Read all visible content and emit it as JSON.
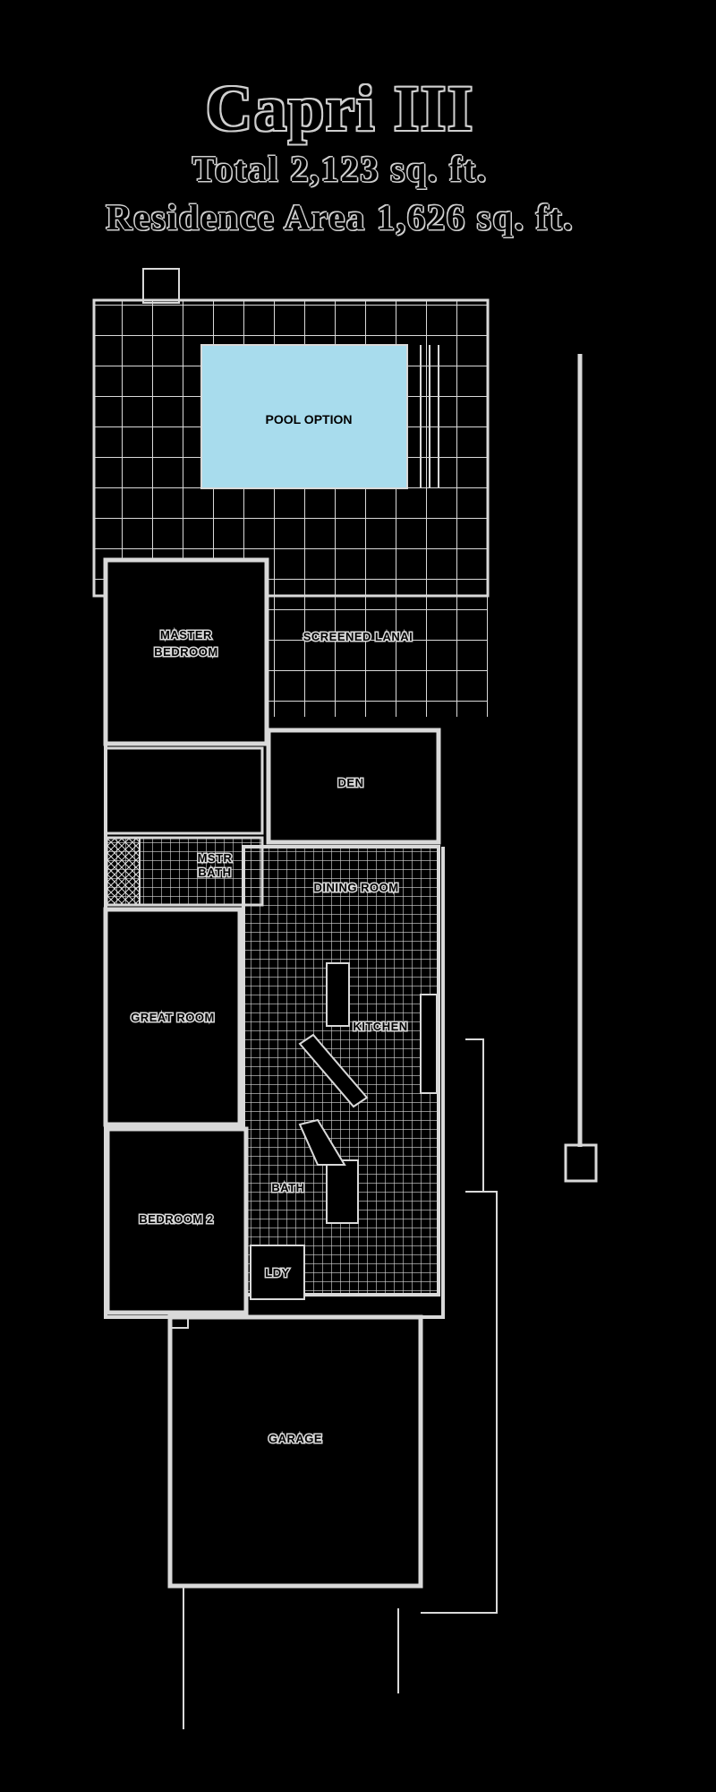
{
  "header": {
    "title": "Capri III",
    "total": "Total 2,123 sq. ft.",
    "residence": "Residence Area 1,626 sq. ft."
  },
  "rooms": {
    "pool": "POOL OPTION",
    "lanai": "SCREENED LANAI",
    "master_line1": "MASTER",
    "master_line2": "BEDROOM",
    "den": "DEN",
    "dining": "DINING ROOM",
    "master_bath_line1": "MSTR",
    "master_bath_line2": "BATH",
    "great_room": "GREAT ROOM",
    "kitchen": "KITCHEN",
    "bedroom2": "BEDROOM 2",
    "bath": "BATH",
    "laundry": "LDY",
    "garage": "GARAGE"
  },
  "colors": {
    "background": "#000000",
    "lines": "#d9d9d9",
    "pool": "#a8dced"
  }
}
